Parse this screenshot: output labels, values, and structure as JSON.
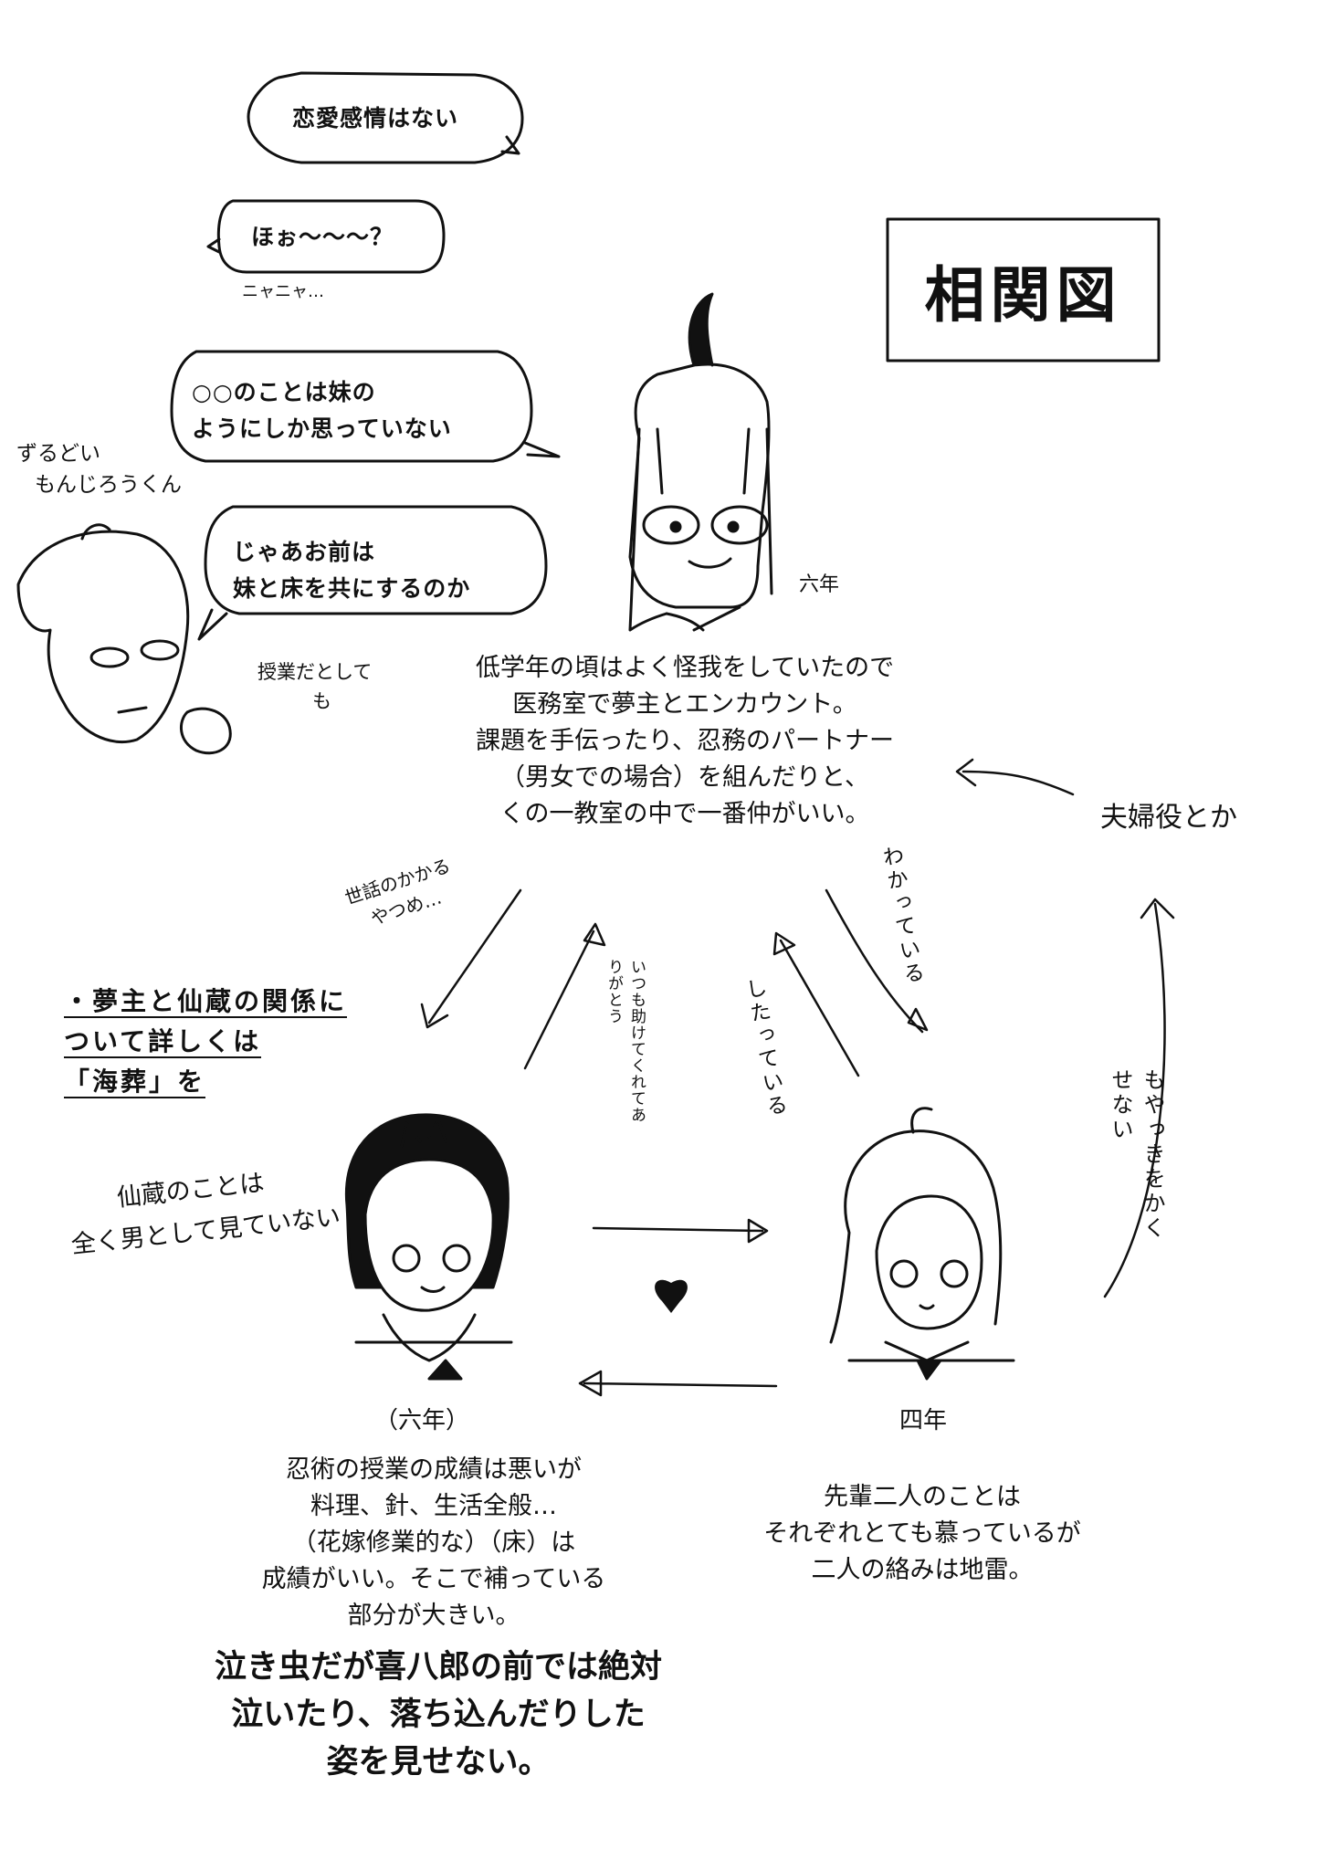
{
  "title": "相関図",
  "bubbles": {
    "b1": "恋愛感情はない",
    "b2": "ほぉ〜〜〜？",
    "b3_line1": "○○のことは妹の",
    "b3_line2": "ようにしか思っていない",
    "b4_line1": "じゃあお前は",
    "b4_line2": "妹と床を共にするのか"
  },
  "hand_notes": {
    "nyanya": "ニャニャ…",
    "zurui_1": "ずるどい",
    "zurui_2": "もんじろうくん",
    "jugyou_1": "授業だとして",
    "jugyou_2": "も",
    "rokunen_top": "六年",
    "fuufu": "夫婦役とか",
    "sewa_1": "世話のかかる",
    "sewa_2": "やつめ…",
    "wakatteiru": "わかっている",
    "itsumo": "いつも助けてくれてありがとう",
    "shitatteiru": "したっている",
    "moyamoya": "もやっきをかくせない",
    "senzo_1": "仙蔵のことは",
    "senzo_2": "全く男として見ていない",
    "rokunen_paren": "（六年）",
    "yonen": "四年"
  },
  "note_link": {
    "line1": "・夢主と仙蔵の関係に",
    "line2": "ついて詳しくは",
    "line3": "「海葬」を"
  },
  "descriptions": {
    "top": [
      "低学年の頃はよく怪我をしていたので",
      "医務室で夢主とエンカウント。",
      "課題を手伝ったり、忍務のパートナー",
      "（男女での場合）を組んだりと、",
      "くの一教室の中で一番仲がいい。"
    ],
    "left": [
      "忍術の授業の成績は悪いが",
      "料理、針、生活全般…",
      "（花嫁修業的な）（床）は",
      "成績がいい。そこで補っている",
      "部分が大きい。"
    ],
    "right": [
      "先輩二人のことは",
      "それぞれとても慕っているが",
      "二人の絡みは地雷。"
    ],
    "bold": [
      "泣き虫だが喜八郎の前では絶対",
      "泣いたり、落ち込んだりした",
      "姿を見せない。"
    ]
  }
}
